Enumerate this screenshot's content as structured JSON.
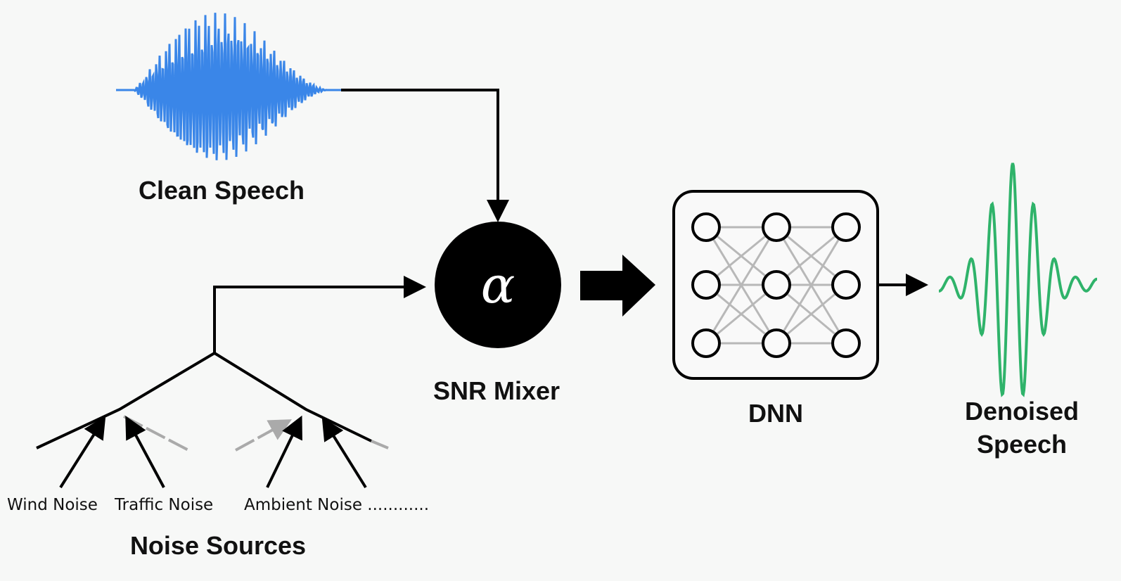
{
  "labels": {
    "clean_speech": "Clean Speech",
    "snr_mixer": "SNR Mixer",
    "alpha_symbol": "α",
    "dnn": "DNN",
    "denoised_line1": "Denoised",
    "denoised_line2": "Speech",
    "noise_sources": "Noise Sources",
    "wind_noise": "Wind Noise",
    "traffic_noise": "Traffic Noise",
    "ambient_noise": "Ambient Noise ............"
  },
  "colors": {
    "clean_wave": "#3a86e8",
    "denoised_wave": "#2fb36a",
    "mixer": "#000000",
    "connections": "#b8b8b8",
    "background": "#f7f8f7"
  },
  "dnn_layers": [
    3,
    3,
    3
  ]
}
